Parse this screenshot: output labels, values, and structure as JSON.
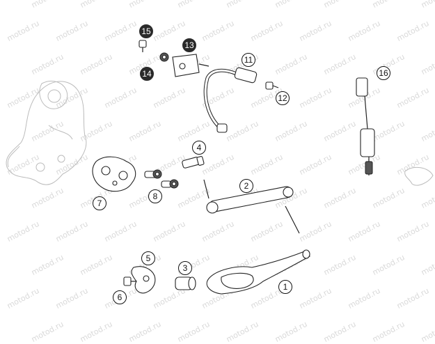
{
  "watermark": "motod.ru",
  "callouts": [
    {
      "id": "15",
      "label": "15",
      "style": "filled"
    },
    {
      "id": "13",
      "label": "13",
      "style": "filled"
    },
    {
      "id": "14",
      "label": "14",
      "style": "filled"
    },
    {
      "id": "11",
      "label": "11",
      "style": "outline"
    },
    {
      "id": "12",
      "label": "12",
      "style": "outline"
    },
    {
      "id": "16",
      "label": "16",
      "style": "outline"
    },
    {
      "id": "4",
      "label": "4",
      "style": "outline"
    },
    {
      "id": "2",
      "label": "2",
      "style": "outline"
    },
    {
      "id": "7",
      "label": "7",
      "style": "outline"
    },
    {
      "id": "8",
      "label": "8",
      "style": "outline"
    },
    {
      "id": "5",
      "label": "5",
      "style": "outline"
    },
    {
      "id": "3",
      "label": "3",
      "style": "outline"
    },
    {
      "id": "6",
      "label": "6",
      "style": "outline"
    },
    {
      "id": "1",
      "label": "1",
      "style": "outline"
    }
  ]
}
